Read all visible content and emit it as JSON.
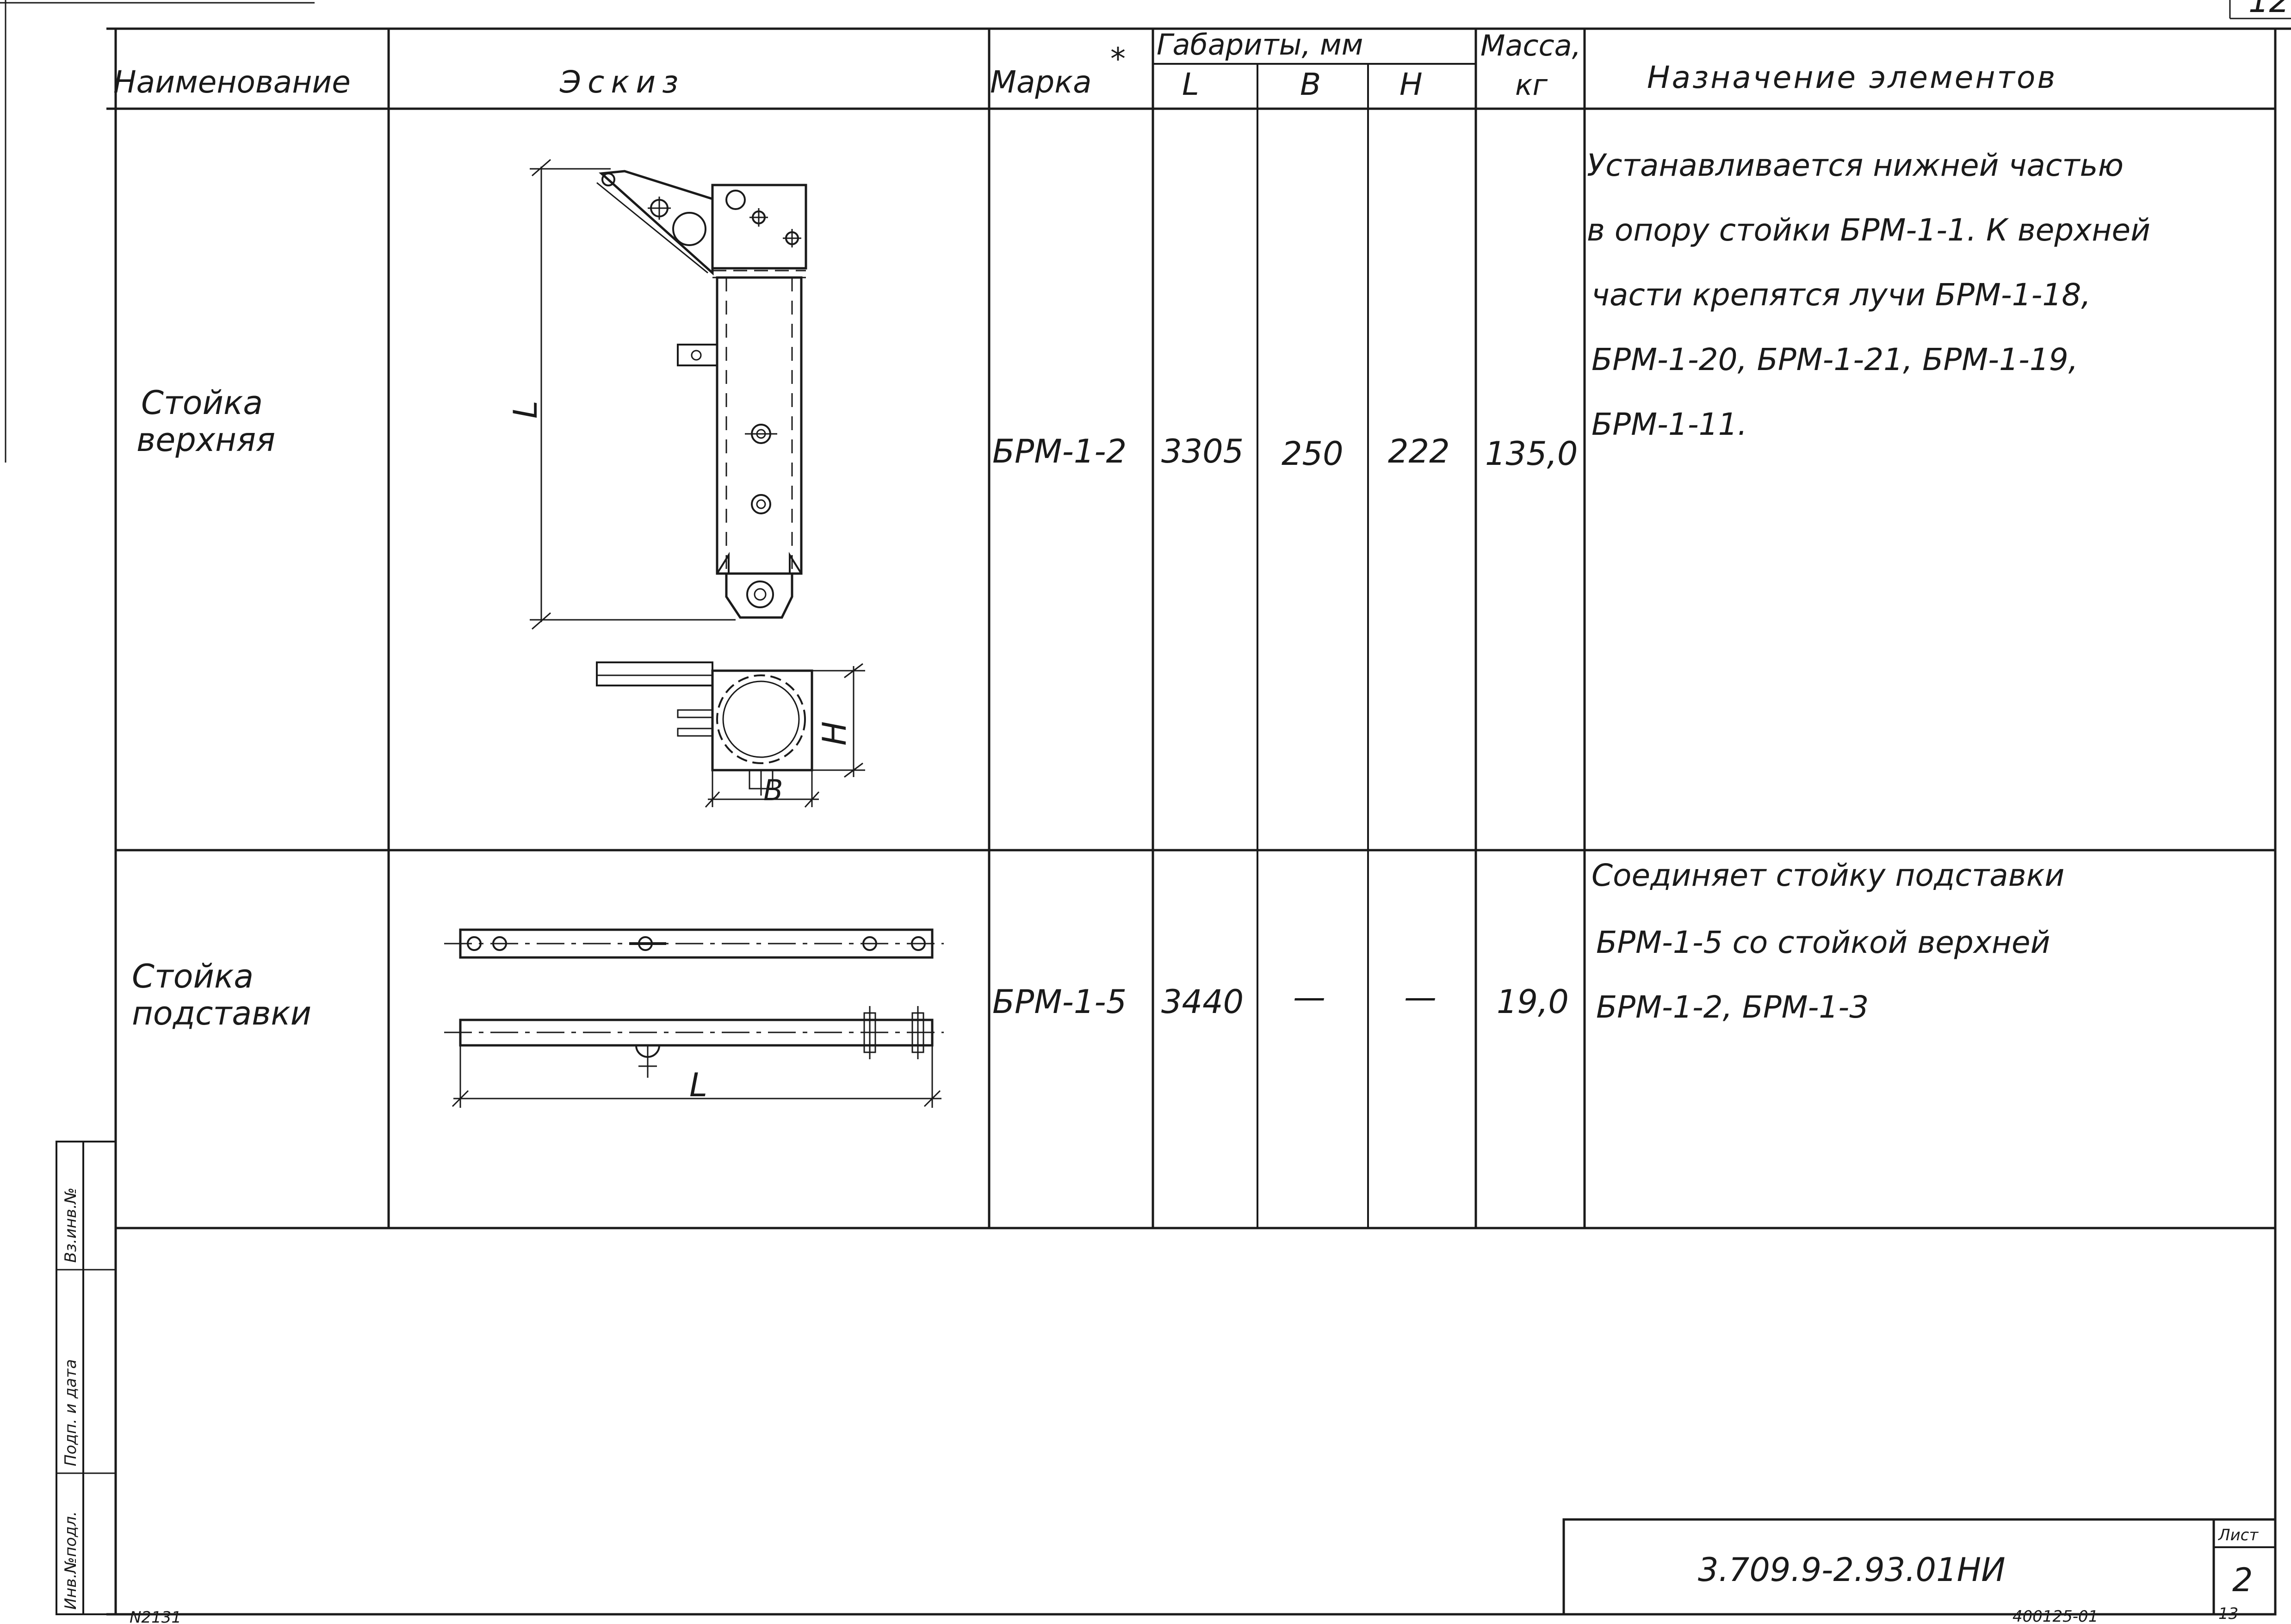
{
  "page": {
    "corner_top": "12",
    "corner_bottom_left": "N2131",
    "corner_bottom_right_code": "400125-01",
    "corner_bottom_right_num": "13"
  },
  "table": {
    "headers": {
      "name": "Наименование",
      "sketch": "Эскиз",
      "mark": "Марка",
      "mark_star": "*",
      "dims_group": "Габариты, мм",
      "dim_l": "L",
      "dim_b": "B",
      "dim_h": "H",
      "mass_line1": "Масса,",
      "mass_line2": "кг",
      "purpose": "Назначение элементов"
    },
    "rows": [
      {
        "name_line1": "Стойка",
        "name_line2": "верхняя",
        "mark": "БРМ-1-2",
        "l": "3305",
        "b": "250",
        "h": "222",
        "mass": "135,0",
        "purpose": [
          "Устанавливается нижней частью",
          "в опору стойки БРМ-1-1. К верхней",
          "части крепятся лучи БРМ-1-18,",
          "БРМ-1-20, БРМ-1-21, БРМ-1-19,",
          "БРМ-1-11."
        ],
        "sketch_labels": {
          "length": "L",
          "width": "B",
          "height": "H"
        }
      },
      {
        "name_line1": "Стойка",
        "name_line2": "подставки",
        "mark": "БРМ-1-5",
        "l": "3440",
        "b": "—",
        "h": "—",
        "mass": "19,0",
        "purpose": [
          "Соединяет стойку подставки",
          "БРМ-1-5 со стойкой верхней",
          "БРМ-1-2, БРМ-1-3"
        ],
        "sketch_labels": {
          "length": "L"
        }
      }
    ]
  },
  "side_stamp": {
    "inv_orig": "Инв.№подл.",
    "sign_date": "Подп. и дата",
    "inv_dup": "Вз.инв.№"
  },
  "title_block": {
    "doc_code": "3.709.9-2.93.01НИ",
    "sheet_label": "Лист",
    "sheet_number": "2"
  }
}
